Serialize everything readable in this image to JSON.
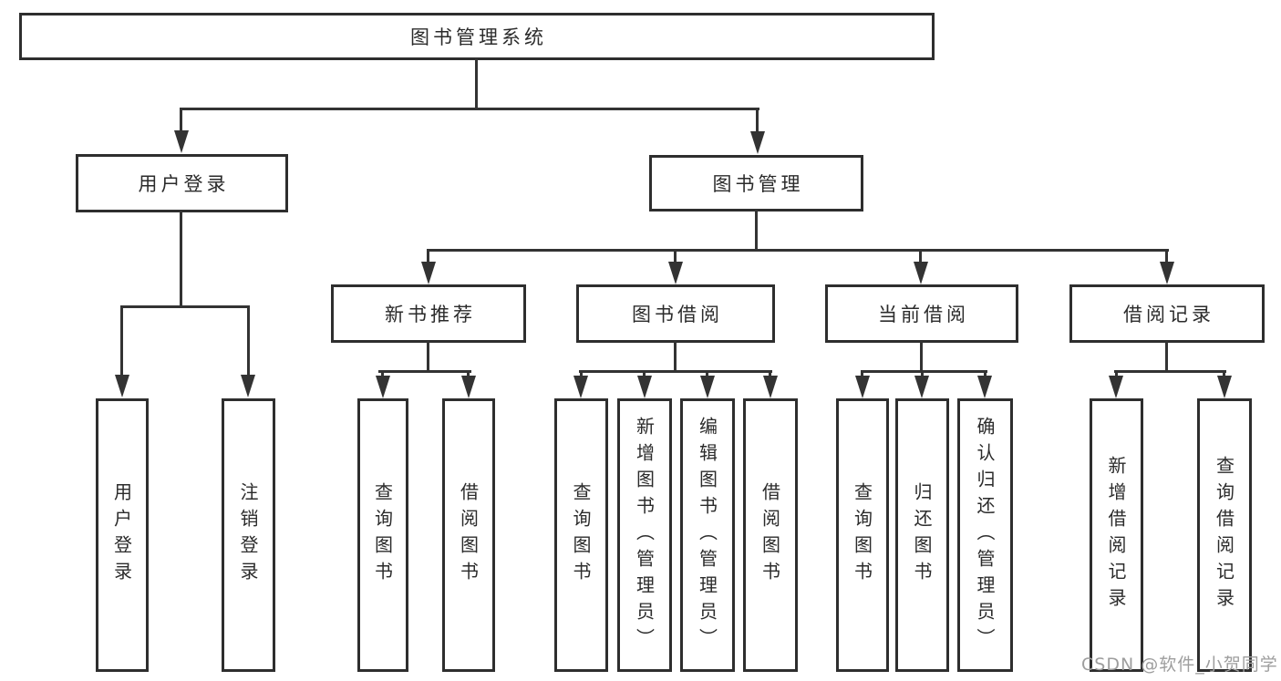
{
  "diagram": {
    "title_node": {
      "label": "图书管理系统"
    },
    "level1": [
      {
        "label": "用户登录"
      },
      {
        "label": "图书管理"
      }
    ],
    "level2": [
      {
        "label": "新书推荐"
      },
      {
        "label": "图书借阅"
      },
      {
        "label": "当前借阅"
      },
      {
        "label": "借阅记录"
      }
    ],
    "leaves": {
      "user": [
        {
          "label": "用户登录"
        },
        {
          "label": "注销登录"
        }
      ],
      "recommend": [
        {
          "label": "查询图书"
        },
        {
          "label": "借阅图书"
        }
      ],
      "borrow": [
        {
          "label": "查询图书"
        },
        {
          "label": "新增图书（管理员）"
        },
        {
          "label": "编辑图书（管理员）"
        },
        {
          "label": "借阅图书"
        }
      ],
      "current": [
        {
          "label": "查询图书"
        },
        {
          "label": "归还图书"
        },
        {
          "label": "确认归还（管理员）"
        }
      ],
      "records": [
        {
          "label": "新增借阅记录"
        },
        {
          "label": "查询借阅记录"
        }
      ]
    },
    "colors": {
      "line": "#333333",
      "box_border": "#2e2e2e",
      "text": "#2b2b2b",
      "watermark": "#9e9e9e",
      "background": "#ffffff"
    }
  },
  "watermark": {
    "text": "CSDN @软件_小贺同学"
  }
}
